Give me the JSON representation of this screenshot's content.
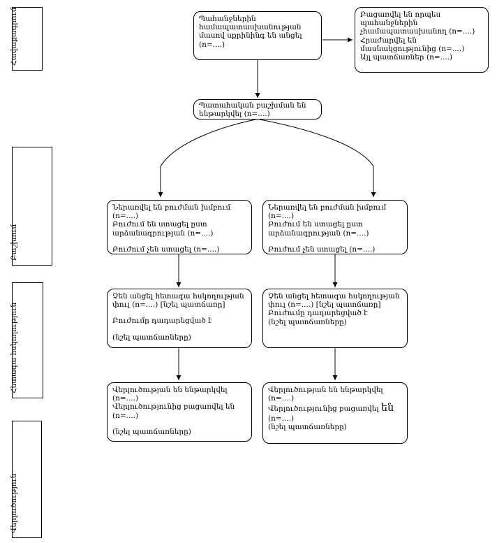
{
  "colors": {
    "stroke": "#000000",
    "background": "#ffffff",
    "text": "#000000"
  },
  "stage_labels": {
    "enrollment": "Հավաքագրում",
    "allocation": "Բաշխում",
    "followup": "Հետագա հսկողություն",
    "analysis": "Վերլուծություն"
  },
  "boxes": {
    "screening": {
      "p1": "Պահանջներին համապատասխանության մասով սքրինինգ են անցել (n=....)"
    },
    "excluded": {
      "p1": "Բացառվել են որպես պահանջներին չհամապատասխանող (n=....)",
      "p2": "Հրաժարվել են մասնակցությունից (n=....)",
      "p3": "Այլ պատճառներ (n=....)"
    },
    "randomized": {
      "p1": "Պատահական բաշխման են ենթարկվել (n=....)"
    },
    "alloc_left": {
      "p1": "Ներառվել են բուժման խմբում (n=....)",
      "p2": "Բուժում են ստացել ըստ արձանագրության (n=....)",
      "p3": "Բուժում չեն ստացել (n=....)"
    },
    "alloc_right": {
      "p1": "Ներառվել են բուժման խմբում (n=....)",
      "p2": "Բուժում են ստացել ըստ արձանագրության (n=....)",
      "p3": "Բուժում չեն ստացել (n=....)"
    },
    "followup_left": {
      "p1": "Չեն անցել հետագա հսկողության փուլ (n=....) [նշել պատճառը]",
      "p2": "Բուժումը դադարեցված է",
      "p3": "(նշել պատճառները)"
    },
    "followup_right": {
      "p1": "Չեն անցել հետագա հսկողության փուլ (n=....) [նշել պատճառը]",
      "p2": "Բուժումը դադարեցված է",
      "p3": "(նշել պատճառները)"
    },
    "analysis_left": {
      "p1": "Վերլուծության են ենթարկվել (n=....)",
      "p2": "Վերլուծությունից բացառվել են (n=....)",
      "p3": "(նշել պատճառները)"
    },
    "analysis_right": {
      "p1": "Վերլուծության են ենթարկվել (n=....)",
      "p2_pre": "Վերլուծությունից բացառվել ",
      "p2_big": "են",
      "p2_post": " (n=....)",
      "p3": "(նշել պատճառները)"
    }
  }
}
